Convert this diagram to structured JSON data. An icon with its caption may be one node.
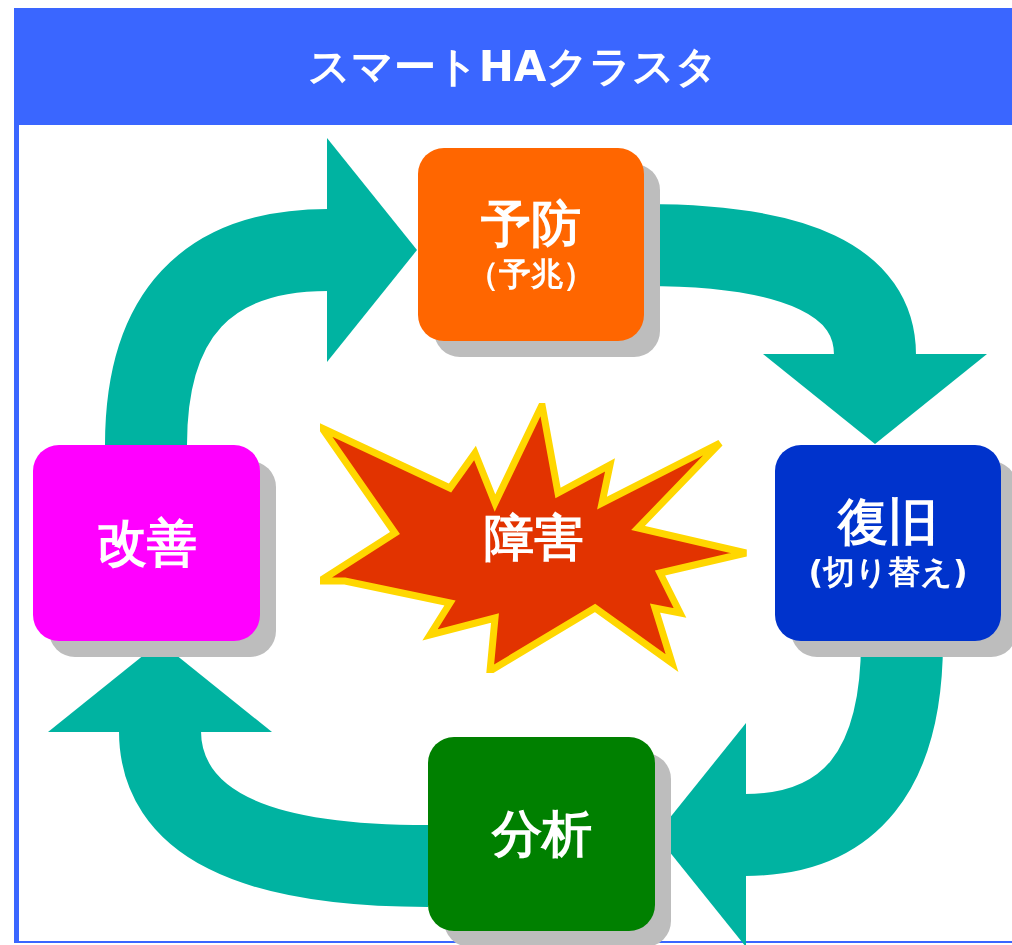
{
  "diagram": {
    "title": "スマートHAクラスタ",
    "nodes": [
      {
        "text": [
          "予防",
          "（予兆）"
        ]
      },
      {
        "text": [
          "復旧",
          "(切り替え)"
        ]
      },
      {
        "text": [
          "分析"
        ]
      },
      {
        "text": [
          "改善"
        ]
      },
      {
        "text": [
          "障害"
        ]
      }
    ],
    "edges": [
      {
        "from": 0,
        "to": 1,
        "arrow": "to"
      },
      {
        "from": 1,
        "to": 2,
        "arrow": "to"
      },
      {
        "from": 2,
        "to": 3,
        "arrow": "to"
      },
      {
        "from": 3,
        "to": 0,
        "arrow": "to"
      }
    ]
  }
}
